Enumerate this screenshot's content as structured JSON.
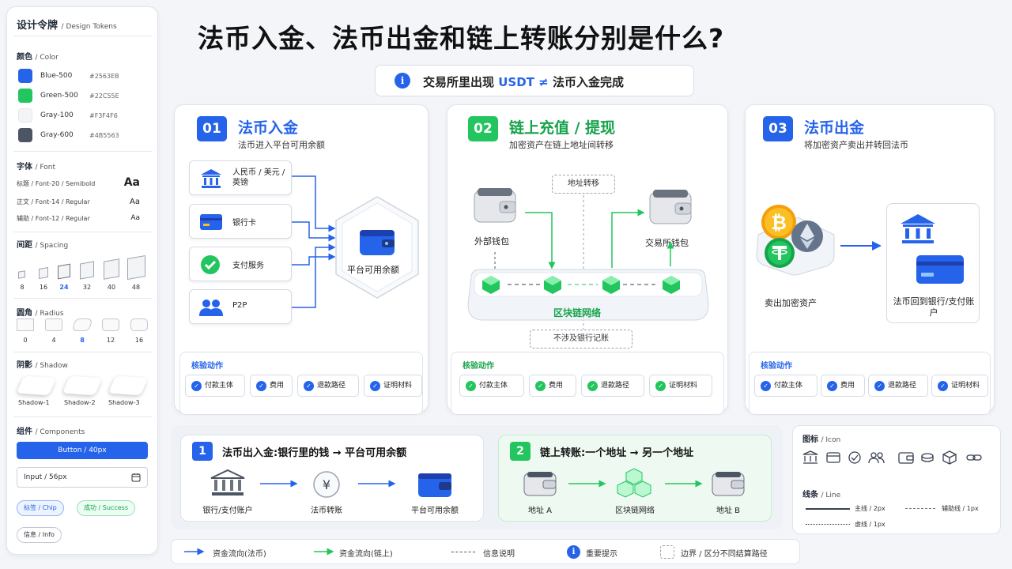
{
  "title": "法币入金、法币出金和链上转账分别是什么?",
  "notice": {
    "prefix": "交易所里出现",
    "highlight": "USDT ≠",
    "suffix": "法币入金完成"
  },
  "tokens": {
    "heading": "设计令牌",
    "heading_en": "/ Design Tokens",
    "color_title": "颜色",
    "color_title_en": "/ Color",
    "colors": [
      {
        "name": "Blue-500",
        "hex": "#2563EB"
      },
      {
        "name": "Green-500",
        "hex": "#22C55E"
      },
      {
        "name": "Gray-100",
        "hex": "#F3F4F6"
      },
      {
        "name": "Gray-600",
        "hex": "#4B5563"
      }
    ],
    "font_title": "字体",
    "font_title_en": "/ Font",
    "fonts": [
      {
        "label": "标题 / Font-20 / Semibold",
        "sample": "Aa"
      },
      {
        "label": "正文 / Font-14 / Regular",
        "sample": "Aa"
      },
      {
        "label": "辅助 / Font-12 / Regular",
        "sample": "Aa"
      }
    ],
    "spacing_title": "间距",
    "spacing_title_en": "/ Spacing",
    "spacing": [
      "8",
      "16",
      "24",
      "32",
      "40",
      "48"
    ],
    "radius_title": "圆角",
    "radius_title_en": "/ Radius",
    "radius": [
      "0",
      "4",
      "8",
      "12",
      "16"
    ],
    "shadow_title": "阴影",
    "shadow_title_en": "/ Shadow",
    "shadows": [
      "Shadow-1",
      "Shadow-2",
      "Shadow-3"
    ],
    "comp_title": "组件",
    "comp_title_en": "/ Components",
    "button_label": "Button / 40px",
    "input_label": "Input / 56px",
    "chips": [
      "标签 / Chip",
      "成功 / Success",
      "信息 / Info"
    ]
  },
  "col1": {
    "num": "01",
    "title": "法币入金",
    "subtitle": "法币进入平台可用余额",
    "sources": [
      "人民币 / 美元 / 英镑",
      "银行卡",
      "支付服务",
      "P2P"
    ],
    "target": "平台可用余额",
    "check_title": "核验动作",
    "checks": [
      "付款主体",
      "费用",
      "退款路径",
      "证明材料"
    ]
  },
  "col2": {
    "num": "02",
    "title": "链上充值 / 提现",
    "subtitle": "加密资产在链上地址间转移",
    "left_wallet": "外部钱包",
    "right_wallet": "交易所钱包",
    "addr_note": "地址转移",
    "network": "区块链网络",
    "bank_note": "不涉及银行记账",
    "check_title": "核验动作",
    "checks": [
      "付款主体",
      "费用",
      "退款路径",
      "证明材料"
    ]
  },
  "col3": {
    "num": "03",
    "title": "法币出金",
    "subtitle": "将加密资产卖出并转回法币",
    "left_label": "卖出加密资产",
    "right_label": "法币回到银行/支付账户",
    "check_title": "核验动作",
    "checks": [
      "付款主体",
      "费用",
      "退款路径",
      "证明材料"
    ]
  },
  "summary1": {
    "num": "1",
    "title": "法币出入金:银行里的钱 → 平台可用余额",
    "steps": [
      "银行/支付账户",
      "法币转账",
      "平台可用余额"
    ]
  },
  "summary2": {
    "num": "2",
    "title": "链上转账:一个地址 → 另一个地址",
    "steps": [
      "地址 A",
      "区块链网络",
      "地址 B"
    ]
  },
  "icons_panel": {
    "icon_title": "图标",
    "icon_title_en": "/ Icon",
    "line_title": "线条",
    "line_title_en": "/ Line",
    "lines": [
      "主线 / 2px",
      "辅助线 / 1px",
      "虚线 / 1px"
    ]
  },
  "legend": [
    "资金流向(法币)",
    "资金流向(链上)",
    "信息说明",
    "重要提示",
    "边界 / 区分不同结算路径"
  ],
  "colors": {
    "blue": "#2563eb",
    "green": "#22c55e",
    "gray100": "#f3f4f6",
    "gray600": "#4b5563"
  }
}
